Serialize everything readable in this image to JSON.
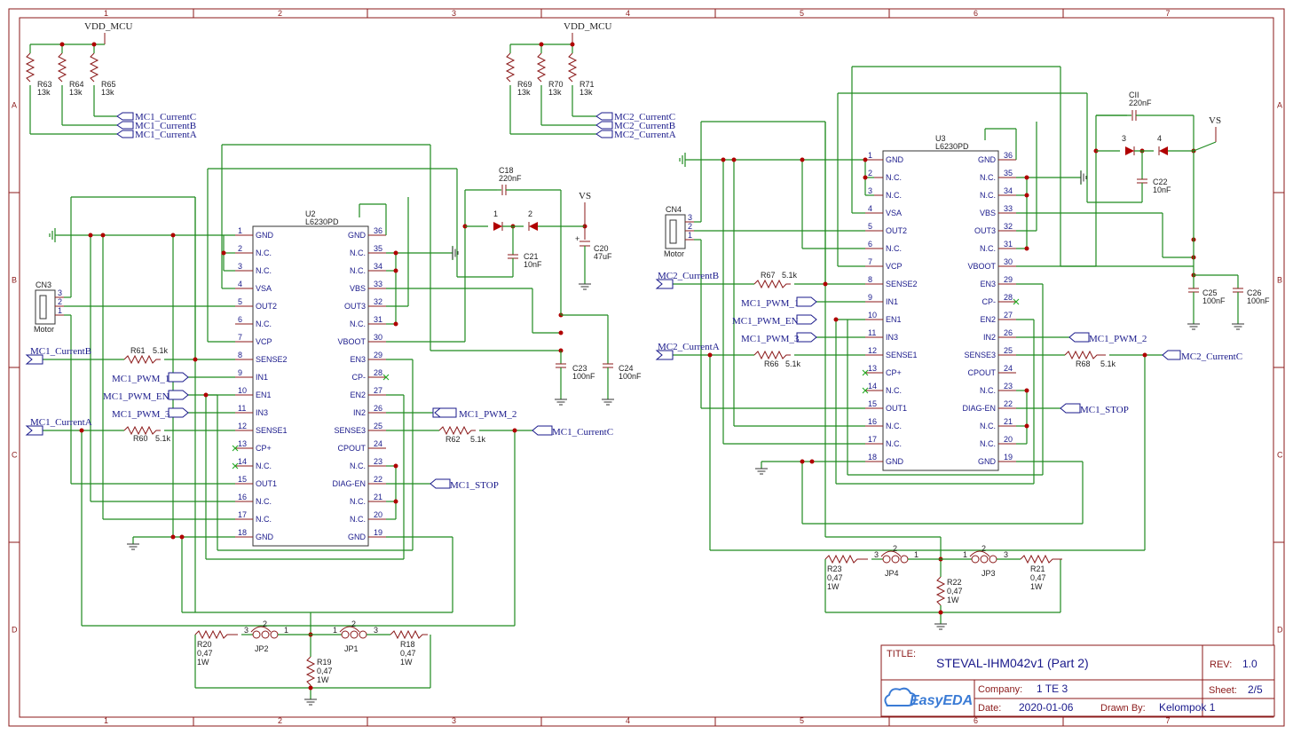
{
  "sheet": {
    "columns": [
      "1",
      "2",
      "3",
      "4",
      "5",
      "6",
      "7"
    ],
    "rows": [
      "A",
      "B",
      "C",
      "D"
    ]
  },
  "power": {
    "vdd_mcu": "VDD_MCU",
    "vs": "VS"
  },
  "left": {
    "chip_ref": "U2",
    "chip_part": "L6230PD",
    "pins_left": [
      {
        "n": "1",
        "name": "GND"
      },
      {
        "n": "2",
        "name": "N.C."
      },
      {
        "n": "3",
        "name": "N.C."
      },
      {
        "n": "4",
        "name": "VSA"
      },
      {
        "n": "5",
        "name": "OUT2"
      },
      {
        "n": "6",
        "name": "N.C."
      },
      {
        "n": "7",
        "name": "VCP"
      },
      {
        "n": "8",
        "name": "SENSE2"
      },
      {
        "n": "9",
        "name": "IN1"
      },
      {
        "n": "10",
        "name": "EN1"
      },
      {
        "n": "11",
        "name": "IN3"
      },
      {
        "n": "12",
        "name": "SENSE1"
      },
      {
        "n": "13",
        "name": "CP+"
      },
      {
        "n": "14",
        "name": "N.C."
      },
      {
        "n": "15",
        "name": "OUT1"
      },
      {
        "n": "16",
        "name": "N.C."
      },
      {
        "n": "17",
        "name": "N.C."
      },
      {
        "n": "18",
        "name": "GND"
      }
    ],
    "pins_right": [
      {
        "n": "36",
        "name": "GND"
      },
      {
        "n": "35",
        "name": "N.C."
      },
      {
        "n": "34",
        "name": "N.C."
      },
      {
        "n": "33",
        "name": "VBS"
      },
      {
        "n": "32",
        "name": "OUT3"
      },
      {
        "n": "31",
        "name": "N.C."
      },
      {
        "n": "30",
        "name": "VBOOT"
      },
      {
        "n": "29",
        "name": "EN3"
      },
      {
        "n": "28",
        "name": "CP-"
      },
      {
        "n": "27",
        "name": "EN2"
      },
      {
        "n": "26",
        "name": "IN2"
      },
      {
        "n": "25",
        "name": "SENSE3"
      },
      {
        "n": "24",
        "name": "CPOUT"
      },
      {
        "n": "23",
        "name": "N.C."
      },
      {
        "n": "22",
        "name": "DIAG-EN"
      },
      {
        "n": "21",
        "name": "N.C."
      },
      {
        "n": "20",
        "name": "N.C."
      },
      {
        "n": "19",
        "name": "GND"
      }
    ],
    "pullups": [
      {
        "ref": "R63",
        "val": "13k"
      },
      {
        "ref": "R64",
        "val": "13k"
      },
      {
        "ref": "R65",
        "val": "13k"
      }
    ],
    "current_nets": [
      "MC1_CurrentC",
      "MC1_CurrentB",
      "MC1_CurrentA"
    ],
    "connector": {
      "ref": "CN3",
      "label": "Motor",
      "pins": [
        "3",
        "2",
        "1"
      ]
    },
    "net_currentB": "MC1_CurrentB",
    "net_currentA": "MC1_CurrentA",
    "net_pwm1": "MC1_PWM_1",
    "net_pwm_en": "MC1_PWM_EN",
    "net_pwm3": "MC1_PWM_3",
    "net_pwm2": "MC1_PWM_2",
    "net_currentC": "MC1_CurrentC",
    "net_stop": "MC1_STOP",
    "r61": {
      "ref": "R61",
      "val": "5.1k"
    },
    "r60": {
      "ref": "R60",
      "val": "5.1k"
    },
    "r62": {
      "ref": "R62",
      "val": "5.1k"
    },
    "c18": {
      "ref": "C18",
      "val": "220nF"
    },
    "c21": {
      "ref": "C21",
      "val": "10nF"
    },
    "c20": {
      "ref": "C20",
      "val": "47uF"
    },
    "c23": {
      "ref": "C23",
      "val": "100nF"
    },
    "c24": {
      "ref": "C24",
      "val": "100nF"
    },
    "d1": "1",
    "d2": "2",
    "r20": {
      "ref": "R20",
      "v1": "0,47",
      "v2": "1W"
    },
    "r18": {
      "ref": "R18",
      "v1": "0,47",
      "v2": "1W"
    },
    "r19": {
      "ref": "R19",
      "v1": "0,47",
      "v2": "1W"
    },
    "jp2": {
      "ref": "JP2",
      "a": "3",
      "b": "2",
      "c": "1"
    },
    "jp1": {
      "ref": "JP1",
      "a": "1",
      "b": "2",
      "c": "3"
    }
  },
  "right": {
    "chip_ref": "U3",
    "chip_part": "L6230PD",
    "pullups": [
      {
        "ref": "R69",
        "val": "13k"
      },
      {
        "ref": "R70",
        "val": "13k"
      },
      {
        "ref": "R71",
        "val": "13k"
      }
    ],
    "current_nets": [
      "MC2_CurrentC",
      "MC2_CurrentB",
      "MC2_CurrentA"
    ],
    "connector": {
      "ref": "CN4",
      "label": "Motor",
      "pins": [
        "3",
        "2",
        "1"
      ]
    },
    "net_currentB": "MC2_CurrentB",
    "net_currentA": "MC2_CurrentA",
    "net_pwm1": "MC1_PWM_1",
    "net_pwm_en": "MC1_PWM_EN",
    "net_pwm3": "MC1_PWM_3",
    "net_pwm2": "MC1_PWM_2",
    "net_currentC": "MC2_CurrentC",
    "net_stop": "MC1_STOP",
    "r67": {
      "ref": "R67",
      "val": "5.1k"
    },
    "r66": {
      "ref": "R66",
      "val": "5.1k"
    },
    "r68": {
      "ref": "R68",
      "val": "5.1k"
    },
    "cii": {
      "ref": "CII",
      "val": "220nF"
    },
    "c22": {
      "ref": "C22",
      "val": "10nF"
    },
    "c25": {
      "ref": "C25",
      "val": "100nF"
    },
    "c26": {
      "ref": "C26",
      "val": "100nF"
    },
    "d3": "3",
    "d4": "4",
    "r23": {
      "ref": "R23",
      "v1": "0,47",
      "v2": "1W"
    },
    "r21": {
      "ref": "R21",
      "v1": "0,47",
      "v2": "1W"
    },
    "r22": {
      "ref": "R22",
      "v1": "0,47",
      "v2": "1W"
    },
    "jp4": {
      "ref": "JP4",
      "a": "3",
      "b": "2",
      "c": "1"
    },
    "jp3": {
      "ref": "JP3",
      "a": "1",
      "b": "2",
      "c": "3"
    }
  },
  "title_block": {
    "title_label": "TITLE:",
    "title": "STEVAL-IHM042v1 (Part 2)",
    "rev_label": "REV:",
    "rev": "1.0",
    "company_label": "Company:",
    "company": "1 TE 3",
    "sheet_label": "Sheet:",
    "sheet": "2/5",
    "date_label": "Date:",
    "date": "2020-01-06",
    "drawn_label": "Drawn By:",
    "drawn": "Kelompok 1",
    "logo": "EasyEDA"
  },
  "colors": {
    "wire": "#1f8a1f",
    "frame": "#8b1a1a",
    "net": "#1a1a8b",
    "junction": "#b00000"
  }
}
